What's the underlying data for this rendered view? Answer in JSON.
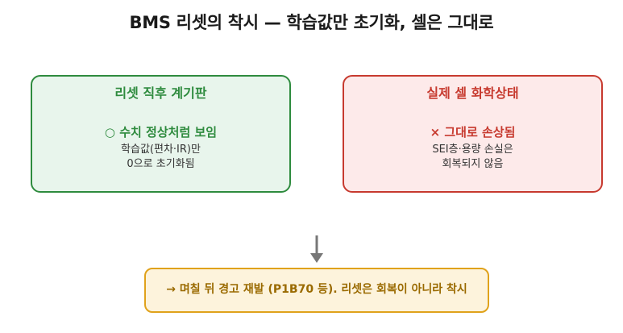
{
  "title": "BMS 리셋의 착시 — 학습값만 초기화, 셀은 그대로",
  "left_card": {
    "title": "리셋 직후 계기판",
    "status": "○ 수치 정상처럼 보임",
    "detail_line1": "학습값(편차·IR)만",
    "detail_line2": "0으로 초기화됨"
  },
  "right_card": {
    "title": "실제 셀 화학상태",
    "status": "× 그대로 손상됨",
    "detail_line1": "SEI층·용량 손실은",
    "detail_line2": "회복되지 않음"
  },
  "result": {
    "text": "→ 며칠 뒤 경고 재발 (P1B70 등). 리셋은 회복이 아니라 착시"
  },
  "colors": {
    "good": "#2e8b3e",
    "bad": "#c73a2f",
    "warn": "#e0a21b",
    "arrow": "#777777"
  }
}
